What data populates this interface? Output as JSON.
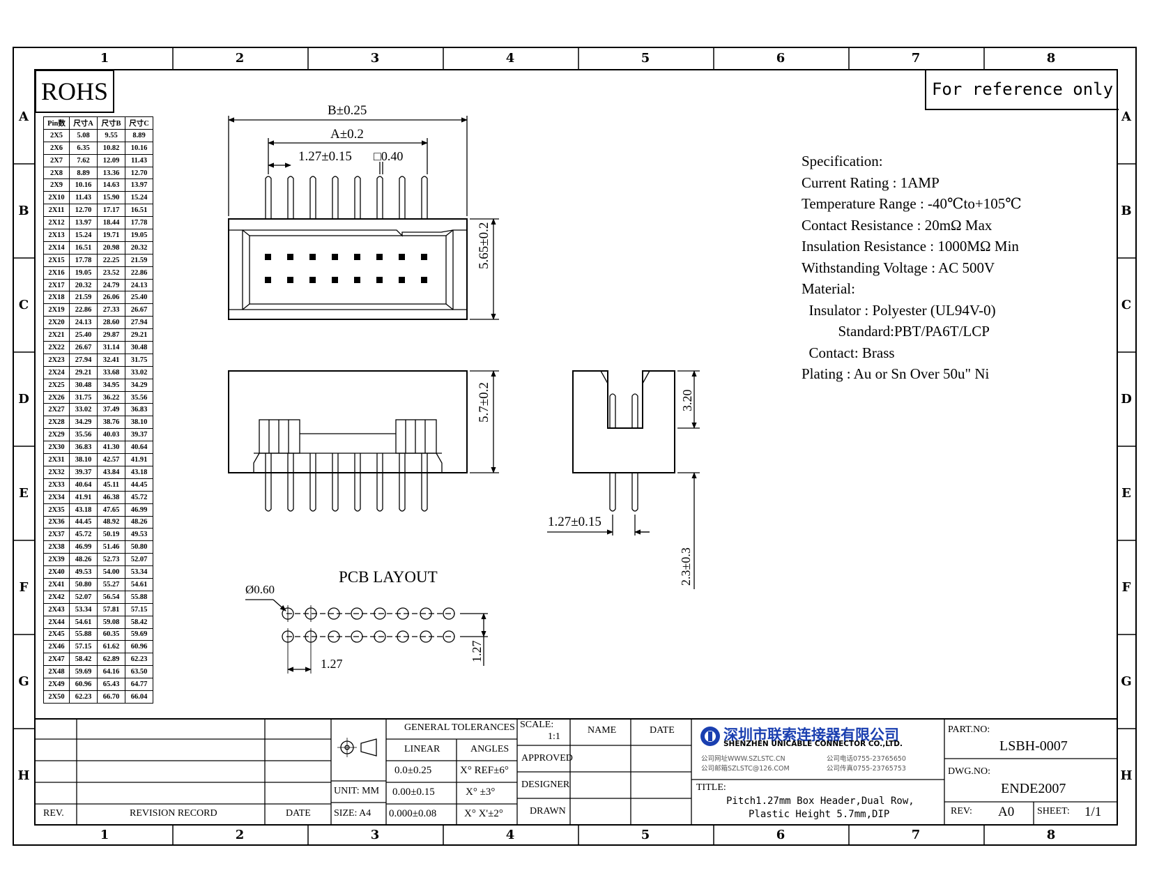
{
  "badges": {
    "rohs": "ROHS",
    "reference": "For reference only"
  },
  "grid": {
    "columns": [
      "1",
      "2",
      "3",
      "4",
      "5",
      "6",
      "7",
      "8"
    ],
    "rows": [
      "A",
      "B",
      "C",
      "D",
      "E",
      "F",
      "G",
      "H"
    ]
  },
  "pin_table": {
    "headers": [
      "Pin数",
      "尺寸A",
      "尺寸B",
      "尺寸C"
    ],
    "rows": [
      [
        "2X5",
        "5.08",
        "9.55",
        "8.89"
      ],
      [
        "2X6",
        "6.35",
        "10.82",
        "10.16"
      ],
      [
        "2X7",
        "7.62",
        "12.09",
        "11.43"
      ],
      [
        "2X8",
        "8.89",
        "13.36",
        "12.70"
      ],
      [
        "2X9",
        "10.16",
        "14.63",
        "13.97"
      ],
      [
        "2X10",
        "11.43",
        "15.90",
        "15.24"
      ],
      [
        "2X11",
        "12.70",
        "17.17",
        "16.51"
      ],
      [
        "2X12",
        "13.97",
        "18.44",
        "17.78"
      ],
      [
        "2X13",
        "15.24",
        "19.71",
        "19.05"
      ],
      [
        "2X14",
        "16.51",
        "20.98",
        "20.32"
      ],
      [
        "2X15",
        "17.78",
        "22.25",
        "21.59"
      ],
      [
        "2X16",
        "19.05",
        "23.52",
        "22.86"
      ],
      [
        "2X17",
        "20.32",
        "24.79",
        "24.13"
      ],
      [
        "2X18",
        "21.59",
        "26.06",
        "25.40"
      ],
      [
        "2X19",
        "22.86",
        "27.33",
        "26.67"
      ],
      [
        "2X20",
        "24.13",
        "28.60",
        "27.94"
      ],
      [
        "2X21",
        "25.40",
        "29.87",
        "29.21"
      ],
      [
        "2X22",
        "26.67",
        "31.14",
        "30.48"
      ],
      [
        "2X23",
        "27.94",
        "32.41",
        "31.75"
      ],
      [
        "2X24",
        "29.21",
        "33.68",
        "33.02"
      ],
      [
        "2X25",
        "30.48",
        "34.95",
        "34.29"
      ],
      [
        "2X26",
        "31.75",
        "36.22",
        "35.56"
      ],
      [
        "2X27",
        "33.02",
        "37.49",
        "36.83"
      ],
      [
        "2X28",
        "34.29",
        "38.76",
        "38.10"
      ],
      [
        "2X29",
        "35.56",
        "40.03",
        "39.37"
      ],
      [
        "2X30",
        "36.83",
        "41.30",
        "40.64"
      ],
      [
        "2X31",
        "38.10",
        "42.57",
        "41.91"
      ],
      [
        "2X32",
        "39.37",
        "43.84",
        "43.18"
      ],
      [
        "2X33",
        "40.64",
        "45.11",
        "44.45"
      ],
      [
        "2X34",
        "41.91",
        "46.38",
        "45.72"
      ],
      [
        "2X35",
        "43.18",
        "47.65",
        "46.99"
      ],
      [
        "2X36",
        "44.45",
        "48.92",
        "48.26"
      ],
      [
        "2X37",
        "45.72",
        "50.19",
        "49.53"
      ],
      [
        "2X38",
        "46.99",
        "51.46",
        "50.80"
      ],
      [
        "2X39",
        "48.26",
        "52.73",
        "52.07"
      ],
      [
        "2X40",
        "49.53",
        "54.00",
        "53.34"
      ],
      [
        "2X41",
        "50.80",
        "55.27",
        "54.61"
      ],
      [
        "2X42",
        "52.07",
        "56.54",
        "55.88"
      ],
      [
        "2X43",
        "53.34",
        "57.81",
        "57.15"
      ],
      [
        "2X44",
        "54.61",
        "59.08",
        "58.42"
      ],
      [
        "2X45",
        "55.88",
        "60.35",
        "59.69"
      ],
      [
        "2X46",
        "57.15",
        "61.62",
        "60.96"
      ],
      [
        "2X47",
        "58.42",
        "62.89",
        "62.23"
      ],
      [
        "2X48",
        "59.69",
        "64.16",
        "63.50"
      ],
      [
        "2X49",
        "60.96",
        "65.43",
        "64.77"
      ],
      [
        "2X50",
        "62.23",
        "66.70",
        "66.04"
      ]
    ]
  },
  "dimensions": {
    "b": "B±0.25",
    "a": "A±0.2",
    "pitch_top": "1.27±0.15",
    "pin_sq": "□0.40",
    "height_top": "5.65±0.2",
    "height_side": "5.7±0.2",
    "depth": "3.20",
    "pitch_end": "1.27±0.15",
    "tail": "2.3±0.3",
    "pcb_title": "PCB LAYOUT",
    "hole": "Ø0.60",
    "pcb_pitch_x": "1.27",
    "pcb_pitch_y": "1.27"
  },
  "spec_text": "Specification:\nCurrent Rating : 1AMP\nTemperature Range : -40℃to+105℃\nContact Resistance : 20mΩ Max\nInsulation Resistance : 1000MΩ Min\nWithstanding Voltage : AC 500V\nMaterial:\n  Insulator : Polyester (UL94V-0)\n          Standard:PBT/PA6T/LCP\n  Contact: Brass\nPlating : Au or Sn Over 50u\" Ni",
  "title_block": {
    "rev_header": "REV.",
    "revision_record": "REVISION RECORD",
    "date_header": "DATE",
    "general_tolerances": "GENERAL TOLERANCES",
    "linear": "LINEAR",
    "angles": "ANGLES",
    "lin1": "0.0±0.25",
    "lin2": "0.00±0.15",
    "lin3": "0.000±0.08",
    "ang1": "X° REF±6°",
    "ang2": "X° ±3°",
    "ang3": "X° X'±2°",
    "unit": "UNIT: MM",
    "size": "SIZE: A4",
    "scale_label": "SCALE:",
    "scale_value": "1:1",
    "name": "NAME",
    "date": "DATE",
    "approved": "APPROVED",
    "designer": "DESIGNER",
    "drawn": "DRAWN",
    "company_cn": "深圳市联索连接器有限公司",
    "company_en": "SHENZHEN UNICABLE CONNECTOR CO.,LTD.",
    "web": "公司网址WWW.SZLSTC.CN",
    "email": "公司邮箱SZLSTC@126.COM",
    "phone": "公司电话0755-23765650",
    "fax": "公司传真0755-23765753",
    "title_label": "TITLE:",
    "title_line1": "Pitch1.27mm Box Header,Dual Row,",
    "title_line2": "Plastic Height 5.7mm,DIP",
    "part_no_label": "PART.NO:",
    "part_no": "LSBH-0007",
    "dwg_no_label": "DWG.NO:",
    "dwg_no": "ENDE2007",
    "rev_label": "REV:",
    "rev_value": "A0",
    "sheet_label": "SHEET:",
    "sheet_value": "1/1"
  },
  "colors": {
    "ink": "#000000",
    "logo_blue": "#1a3fb0"
  }
}
